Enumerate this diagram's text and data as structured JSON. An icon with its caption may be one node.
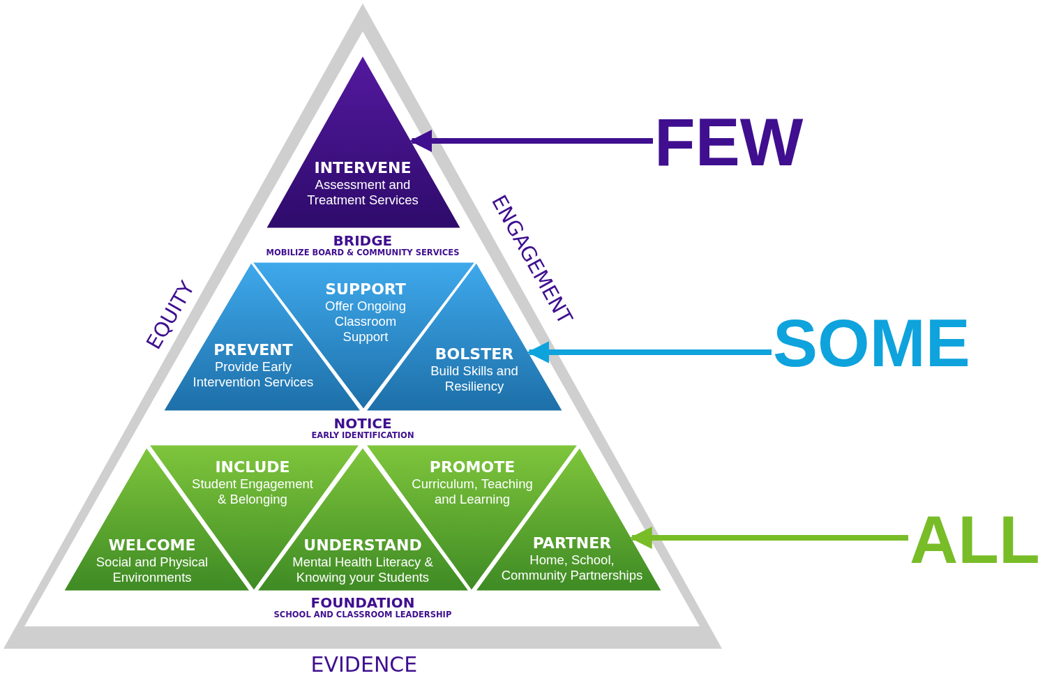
{
  "diagram": {
    "nodes": [
      {
        "text": [
          "INTERVENE",
          "Assessment and Treatment Services"
        ]
      },
      {
        "text": [
          "SUPPORT",
          "Offer Ongoing Classroom Support"
        ]
      },
      {
        "text": [
          "PREVENT",
          "Provide Early Intervention Services"
        ]
      },
      {
        "text": [
          "BOLSTER",
          "Build Skills and Resiliency"
        ]
      },
      {
        "text": [
          "INCLUDE",
          "Student Engagement & Belonging"
        ]
      },
      {
        "text": [
          "PROMOTE",
          "Curriculum, Teaching and Learning"
        ]
      },
      {
        "text": [
          "WELCOME",
          "Social and Physical Environments"
        ]
      },
      {
        "text": [
          "UNDERSTAND",
          "Mental Health Literacy & Knowing your Students"
        ]
      },
      {
        "text": [
          "PARTNER",
          "Home, School, Community Partnerships"
        ]
      },
      {
        "text": [
          "FEW"
        ]
      },
      {
        "text": [
          "SOME"
        ]
      },
      {
        "text": [
          "ALL"
        ]
      }
    ],
    "edges": [
      {
        "from": 9,
        "to": 0,
        "arrow": "to",
        "color": "#3f0f8f"
      },
      {
        "from": 10,
        "to": 3,
        "arrow": "to",
        "color": "#0ea3dc"
      },
      {
        "from": 11,
        "to": 8,
        "arrow": "to",
        "color": "#78bd28"
      }
    ],
    "labels": [
      "BRIDGE",
      "MOBILIZE BOARD & COMMUNITY SERVICES",
      "EQUITY",
      "ENGAGEMENT",
      "NOTICE",
      "EARLY IDENTIFICATION",
      "FOUNDATION",
      "SCHOOL AND CLASSROOM LEADERSHIP",
      "EVIDENCE"
    ]
  }
}
